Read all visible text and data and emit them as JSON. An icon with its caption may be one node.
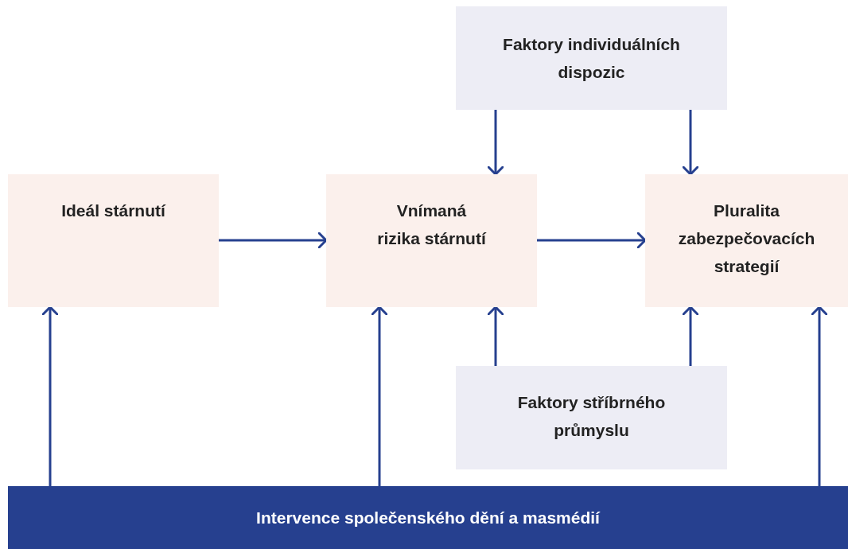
{
  "diagram": {
    "nodes": [
      {
        "text": [
          "Faktory individuálních dispozic"
        ]
      },
      {
        "text": [
          "Ideál stárnutí"
        ]
      },
      {
        "text": [
          "Vnímaná rizika stárnutí"
        ]
      },
      {
        "text": [
          "Pluralita zabezpečovacích strategií"
        ]
      },
      {
        "text": [
          "Faktory stříbrného průmyslu"
        ]
      },
      {
        "text": [
          "Intervence společenského dění a masmédií"
        ]
      }
    ],
    "edges": [
      {
        "from": 1,
        "to": 2,
        "arrow": "to"
      },
      {
        "from": 2,
        "to": 3,
        "arrow": "to"
      },
      {
        "from": 0,
        "to": 2,
        "arrow": "to"
      },
      {
        "from": 0,
        "to": 3,
        "arrow": "to"
      },
      {
        "from": 4,
        "to": 2,
        "arrow": "to"
      },
      {
        "from": 4,
        "to": 3,
        "arrow": "to"
      },
      {
        "from": 5,
        "to": 1,
        "arrow": "to"
      },
      {
        "from": 5,
        "to": 2,
        "arrow": "to"
      },
      {
        "from": 5,
        "to": 3,
        "arrow": "to"
      }
    ]
  }
}
